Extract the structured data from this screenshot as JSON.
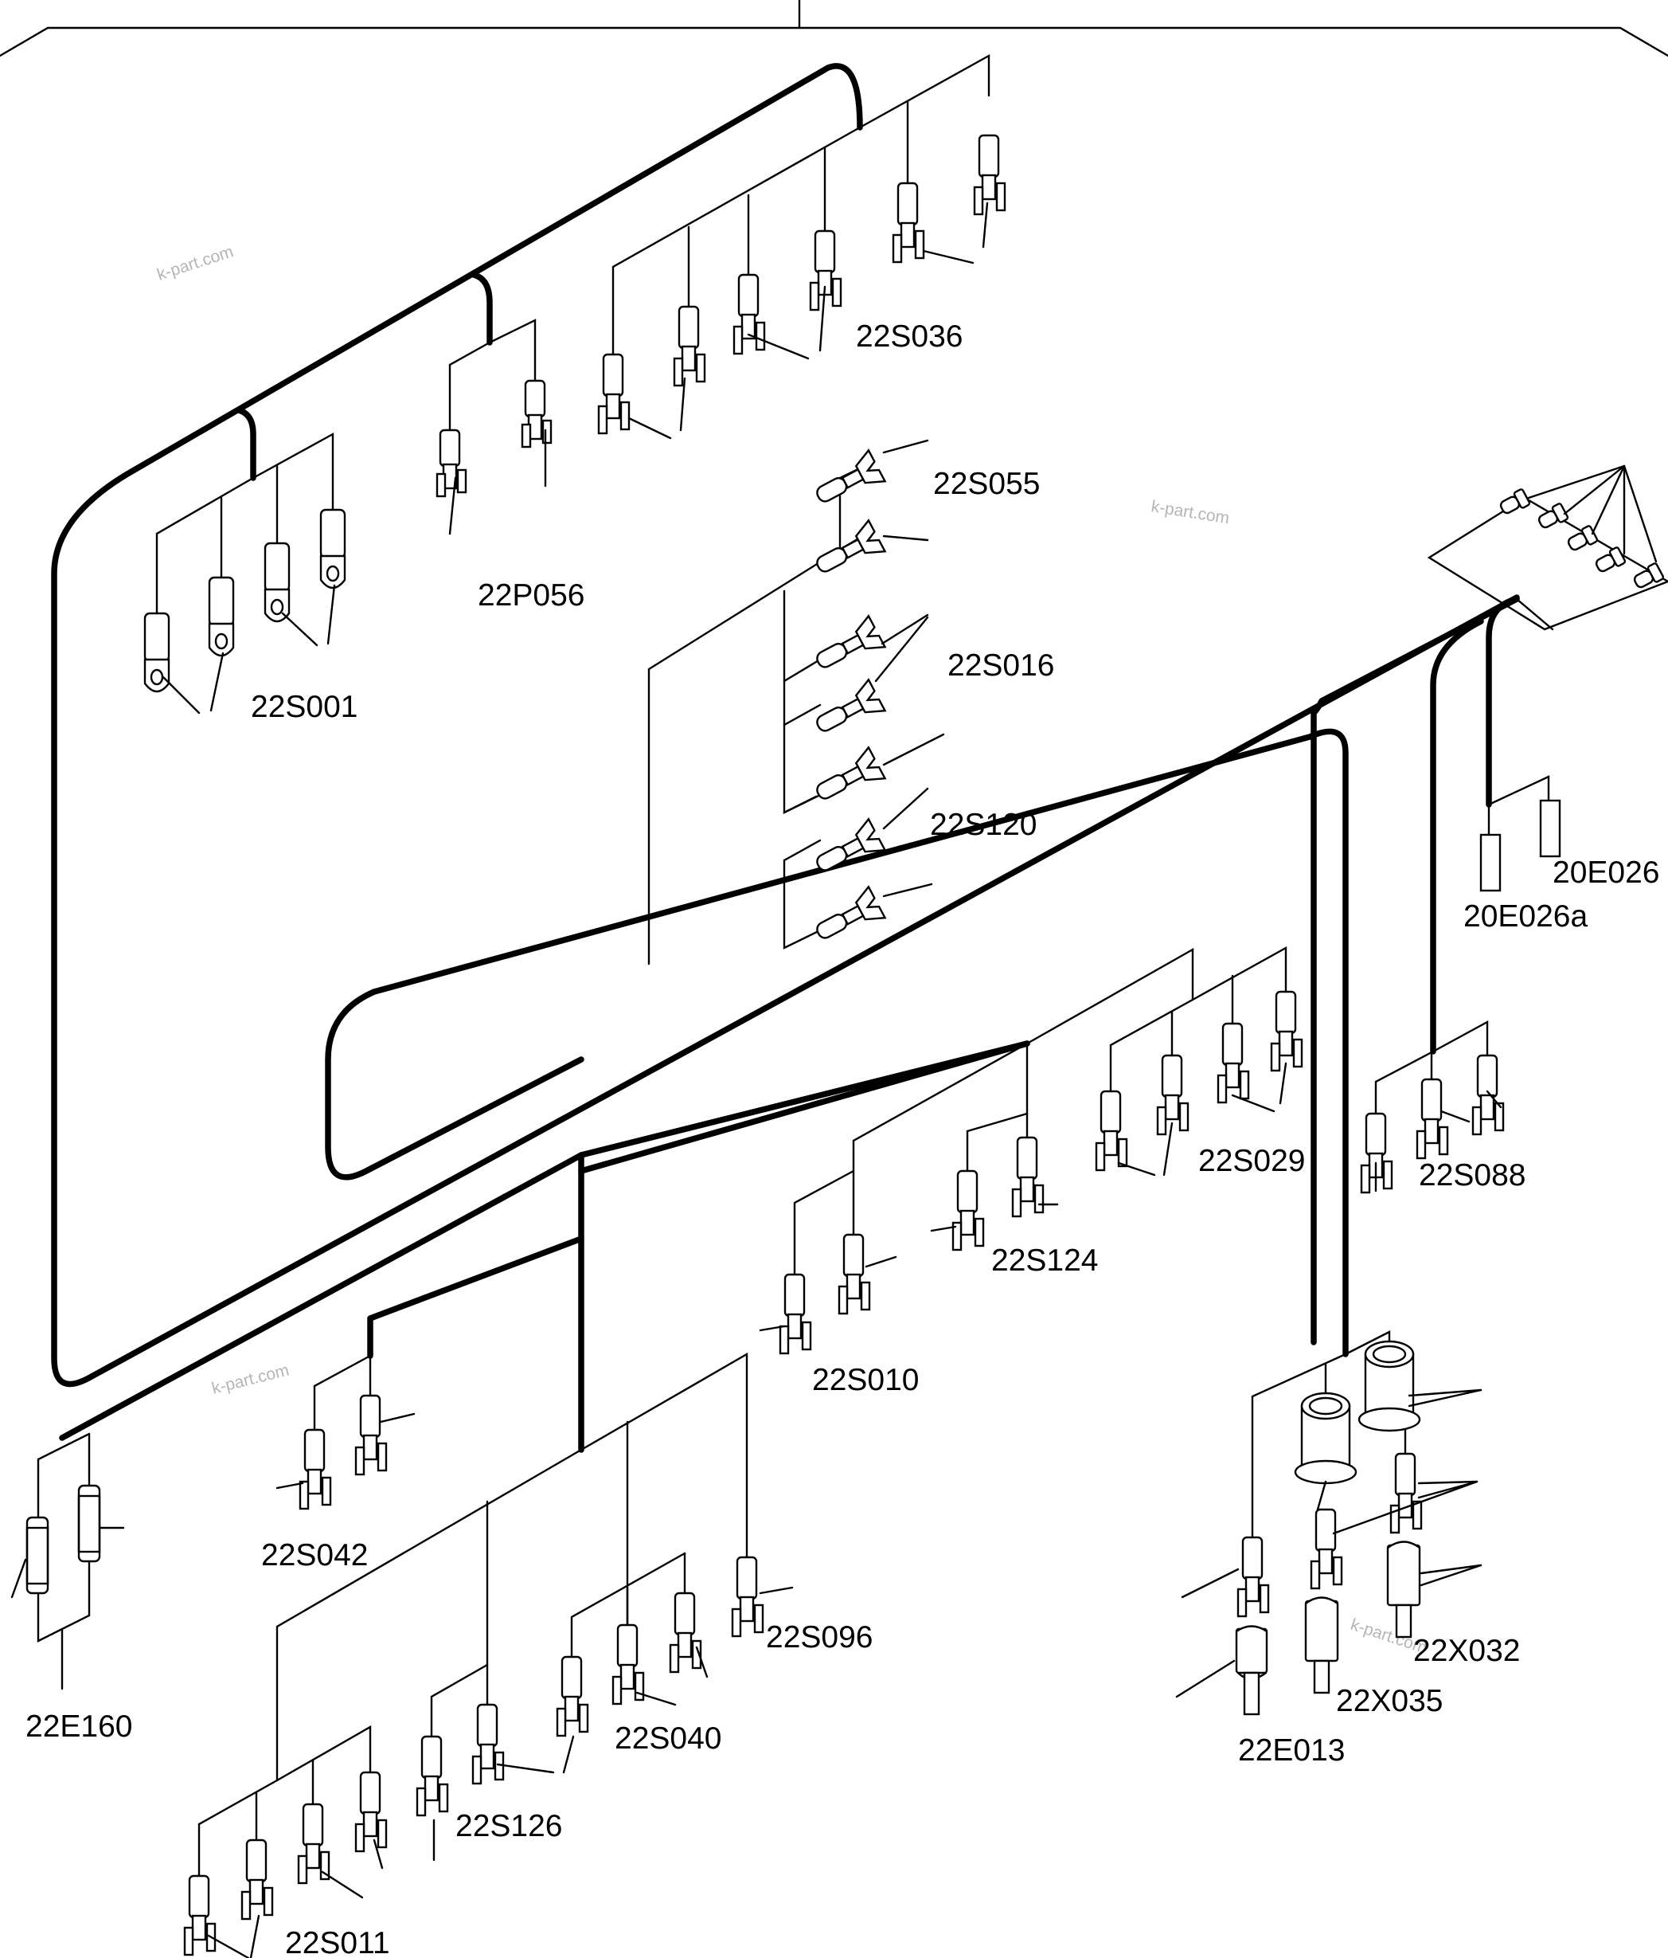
{
  "labels": {
    "s036": "22S036",
    "s055": "22S055",
    "p056": "22P056",
    "s016": "22S016",
    "s001": "22S001",
    "s120": "22S120",
    "e026": "20E026",
    "e026a": "20E026a",
    "s029": "22S029",
    "s088": "22S088",
    "s124": "22S124",
    "s010": "22S010",
    "s042": "22S042",
    "s096": "22S096",
    "x032": "22X032",
    "x035": "22X035",
    "s040": "22S040",
    "e160": "22E160",
    "s126": "22S126",
    "e013": "22E013",
    "s011": "22S011"
  },
  "watermark": "k-part.com"
}
